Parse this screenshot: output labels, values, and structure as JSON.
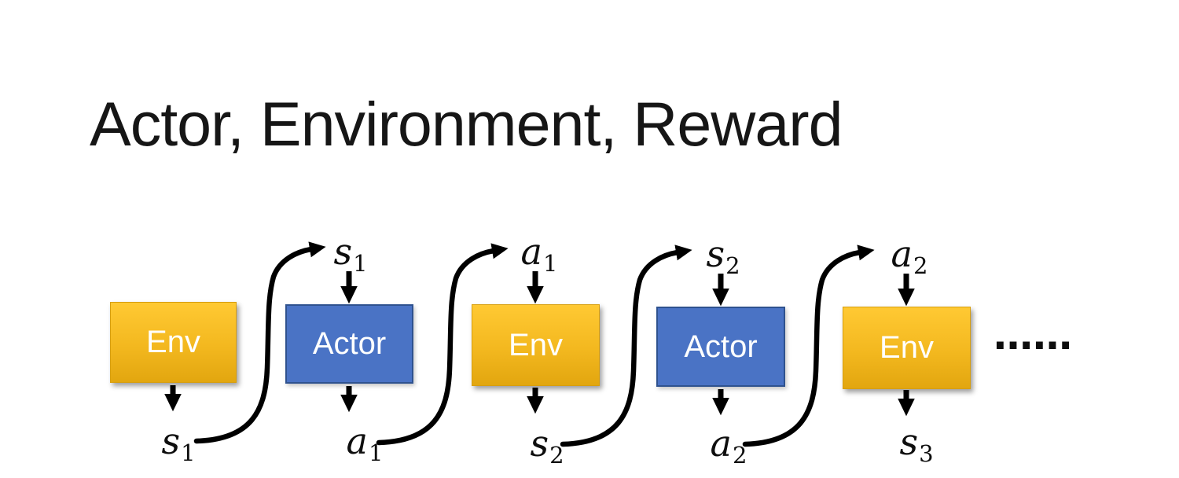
{
  "title": "Actor, Environment, Reward",
  "colors": {
    "env_top": "#FFC933",
    "env_bottom": "#E2A60F",
    "actor_fill": "#4A73C5",
    "actor_border": "#2F528F",
    "arrow": "#000000"
  },
  "diagram": {
    "boxes": [
      {
        "type": "env",
        "label": "Env"
      },
      {
        "type": "actor",
        "label": "Actor"
      },
      {
        "type": "env",
        "label": "Env"
      },
      {
        "type": "actor",
        "label": "Actor"
      },
      {
        "type": "env",
        "label": "Env"
      }
    ],
    "top_labels": [
      {
        "base": "s",
        "sub": "1"
      },
      {
        "base": "a",
        "sub": "1"
      },
      {
        "base": "s",
        "sub": "2"
      },
      {
        "base": "a",
        "sub": "2"
      }
    ],
    "bottom_labels": [
      {
        "base": "s",
        "sub": "1"
      },
      {
        "base": "a",
        "sub": "1"
      },
      {
        "base": "s",
        "sub": "2"
      },
      {
        "base": "a",
        "sub": "2"
      },
      {
        "base": "s",
        "sub": "3"
      }
    ],
    "ellipsis": "……"
  }
}
